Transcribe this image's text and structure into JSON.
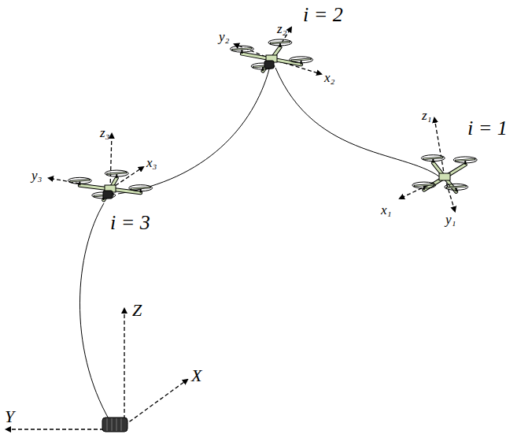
{
  "diagram": {
    "labels": [
      "i = 2",
      "z₂",
      "y₂",
      "x₂",
      "z₃",
      "x₃",
      "y₃",
      "i = 3",
      "z₁",
      "i = 1",
      "x₁",
      "y₁",
      "Z",
      "X",
      "Y"
    ]
  }
}
